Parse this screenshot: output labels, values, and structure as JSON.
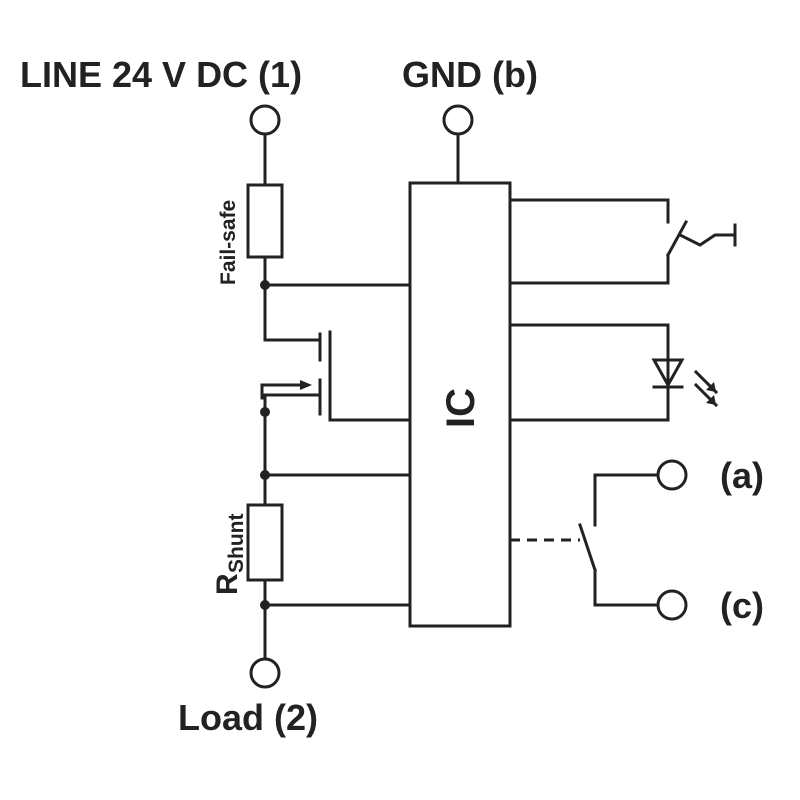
{
  "labels": {
    "line": "LINE 24 V DC (1)",
    "gnd": "GND (b)",
    "failsafe": "Fail-safe",
    "ic": "IC",
    "rshunt_r": "R",
    "rshunt_sub": "Shunt",
    "load": "Load (2)",
    "term_a": "(a)",
    "term_c": "(c)"
  },
  "colors": {
    "ink": "#222222",
    "background": "#ffffff"
  }
}
